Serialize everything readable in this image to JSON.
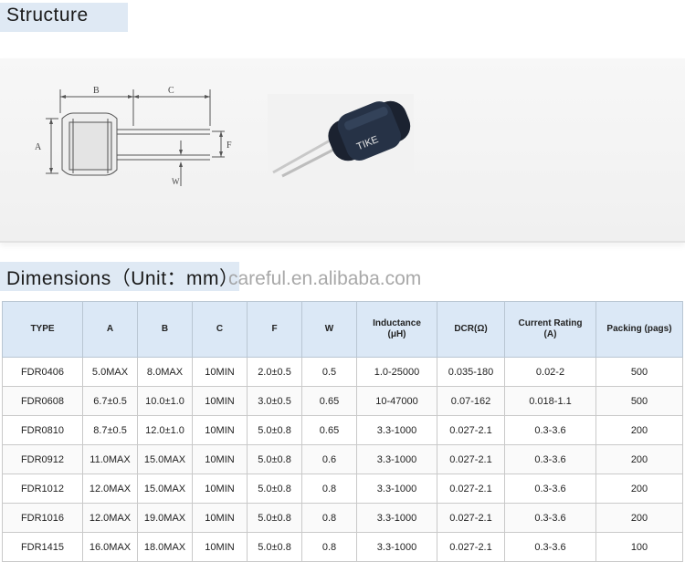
{
  "structure": {
    "title": "Structure"
  },
  "dimensions": {
    "title": "Dimensions（Unit：mm）"
  },
  "watermark": "careful.en.alibaba.com",
  "drawing_labels": {
    "a": "A",
    "b": "B",
    "c": "C",
    "f": "F",
    "w": "W"
  },
  "photo_marking": "TIKE",
  "table": {
    "headers": [
      {
        "line1": "TYPE",
        "line2": ""
      },
      {
        "line1": "A",
        "line2": ""
      },
      {
        "line1": "B",
        "line2": ""
      },
      {
        "line1": "C",
        "line2": ""
      },
      {
        "line1": "F",
        "line2": ""
      },
      {
        "line1": "W",
        "line2": ""
      },
      {
        "line1": "Inductance",
        "line2": "(μH)"
      },
      {
        "line1": "DCR(Ω)",
        "line2": ""
      },
      {
        "line1": "Current Rating",
        "line2": "(A)"
      },
      {
        "line1": "Packing (pags)",
        "line2": ""
      }
    ],
    "rows": [
      [
        "FDR0406",
        "5.0MAX",
        "8.0MAX",
        "10MIN",
        "2.0±0.5",
        "0.5",
        "1.0-25000",
        "0.035-180",
        "0.02-2",
        "500"
      ],
      [
        "FDR0608",
        "6.7±0.5",
        "10.0±1.0",
        "10MIN",
        "3.0±0.5",
        "0.65",
        "10-47000",
        "0.07-162",
        "0.018-1.1",
        "500"
      ],
      [
        "FDR0810",
        "8.7±0.5",
        "12.0±1.0",
        "10MIN",
        "5.0±0.8",
        "0.65",
        "3.3-1000",
        "0.027-2.1",
        "0.3-3.6",
        "200"
      ],
      [
        "FDR0912",
        "11.0MAX",
        "15.0MAX",
        "10MIN",
        "5.0±0.8",
        "0.6",
        "3.3-1000",
        "0.027-2.1",
        "0.3-3.6",
        "200"
      ],
      [
        "FDR1012",
        "12.0MAX",
        "15.0MAX",
        "10MIN",
        "5.0±0.8",
        "0.8",
        "3.3-1000",
        "0.027-2.1",
        "0.3-3.6",
        "200"
      ],
      [
        "FDR1016",
        "12.0MAX",
        "19.0MAX",
        "10MIN",
        "5.0±0.8",
        "0.8",
        "3.3-1000",
        "0.027-2.1",
        "0.3-3.6",
        "200"
      ],
      [
        "FDR1415",
        "16.0MAX",
        "18.0MAX",
        "10MIN",
        "5.0±0.8",
        "0.8",
        "3.3-1000",
        "0.027-2.1",
        "0.3-3.6",
        "100"
      ]
    ]
  }
}
